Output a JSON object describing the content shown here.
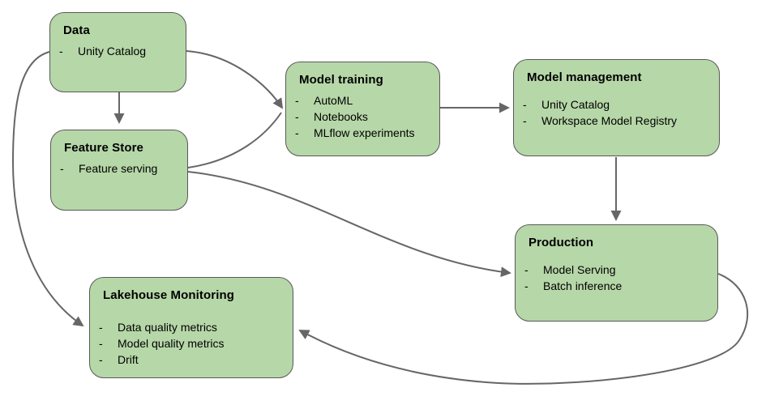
{
  "diagram": {
    "nodes": [
      {
        "id": "data",
        "title": "Data",
        "items": [
          "Unity Catalog"
        ]
      },
      {
        "id": "feature-store",
        "title": "Feature Store",
        "items": [
          "Feature serving"
        ]
      },
      {
        "id": "model-training",
        "title": "Model training",
        "items": [
          "AutoML",
          "Notebooks",
          "MLflow experiments"
        ]
      },
      {
        "id": "model-management",
        "title": "Model management",
        "items": [
          "Unity Catalog",
          "Workspace Model Registry"
        ]
      },
      {
        "id": "production",
        "title": "Production",
        "items": [
          "Model Serving",
          "Batch inference"
        ]
      },
      {
        "id": "lakehouse-monitoring",
        "title": "Lakehouse Monitoring",
        "items": [
          "Data quality metrics",
          "Model quality metrics",
          "Drift"
        ]
      }
    ],
    "edges": [
      {
        "from": "data",
        "to": "feature-store"
      },
      {
        "from": "data",
        "to": "model-training"
      },
      {
        "from": "feature-store",
        "to": "model-training"
      },
      {
        "from": "model-training",
        "to": "model-management"
      },
      {
        "from": "model-management",
        "to": "production"
      },
      {
        "from": "feature-store",
        "to": "production"
      },
      {
        "from": "production",
        "to": "lakehouse-monitoring"
      },
      {
        "from": "data",
        "to": "lakehouse-monitoring"
      }
    ],
    "colors": {
      "node_fill": "#b6d7a8",
      "node_border": "#595959",
      "arrow": "#666666",
      "background": "#ffffff",
      "text": "#000000"
    }
  }
}
